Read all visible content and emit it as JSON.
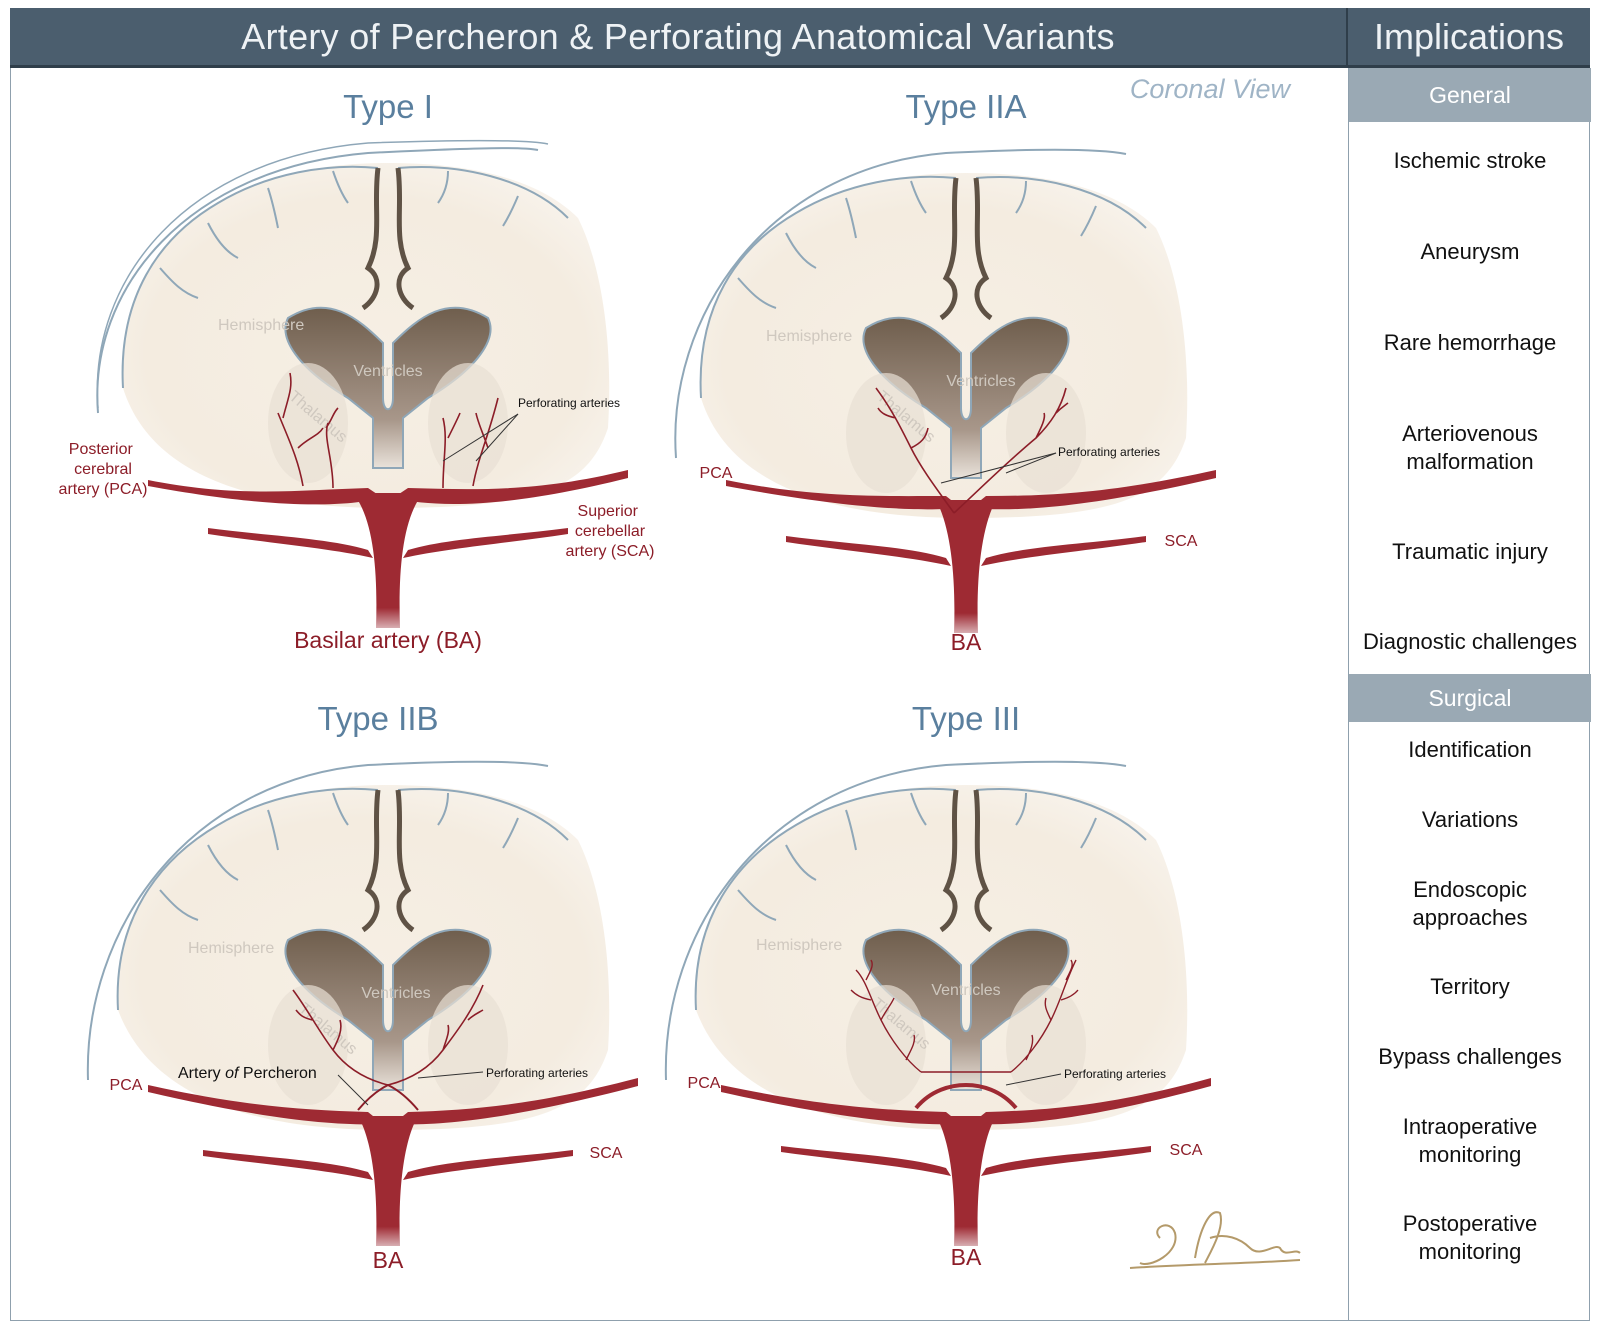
{
  "title": "Artery of Percheron & Perforating Anatomical Variants",
  "implications_title": "Implications",
  "view_label": "Coronal View",
  "panels": [
    {
      "type_label": "Type I",
      "labels": {
        "hemisphere": "Hemisphere",
        "ventricles": "Ventricles",
        "thalamus": "Thalamus",
        "perforating": "Perforating arteries",
        "pca": "Posterior\ncerebral\nartery (PCA)",
        "sca": "Superior\ncerebellar\nartery (SCA)",
        "ba": "Basilar artery (BA)"
      }
    },
    {
      "type_label": "Type IIA",
      "labels": {
        "hemisphere": "Hemisphere",
        "ventricles": "Ventricles",
        "thalamus": "Thalamus",
        "perforating": "Perforating arteries",
        "pca": "PCA",
        "sca": "SCA",
        "ba": "BA"
      }
    },
    {
      "type_label": "Type IIB",
      "labels": {
        "hemisphere": "Hemisphere",
        "ventricles": "Ventricles",
        "thalamus": "Thalamus",
        "perforating": "Perforating arteries",
        "pca": "PCA",
        "sca": "SCA",
        "ba": "BA",
        "percheron_a": "Artery ",
        "percheron_b": "of",
        "percheron_c": " Percheron"
      }
    },
    {
      "type_label": "Type III",
      "labels": {
        "hemisphere": "Hemisphere",
        "ventricles": "Ventricles",
        "thalamus": "Thalamus",
        "perforating": "Perforating arteries",
        "pca": "PCA",
        "sca": "SCA",
        "ba": "BA"
      }
    }
  ],
  "general": {
    "heading": "General",
    "items": [
      "Ischemic stroke",
      "Aneurysm",
      "Rare hemorrhage",
      "Arteriovenous\nmalformation",
      "Traumatic injury",
      "Diagnostic challenges"
    ]
  },
  "surgical": {
    "heading": "Surgical",
    "items": [
      "Identification",
      "Variations",
      "Endoscopic\napproaches",
      "Territory",
      "Bypass challenges",
      "Intraoperative\nmonitoring",
      "Postoperative\nmonitoring"
    ]
  },
  "colors": {
    "header": "#4b5e6e",
    "section": "#9aa9b4",
    "artery": "#9e2a33",
    "brain": "#f4ede2",
    "ventricle": "#7c6a58",
    "type_label": "#5a7f9e"
  },
  "signature": "S. Pastrana"
}
